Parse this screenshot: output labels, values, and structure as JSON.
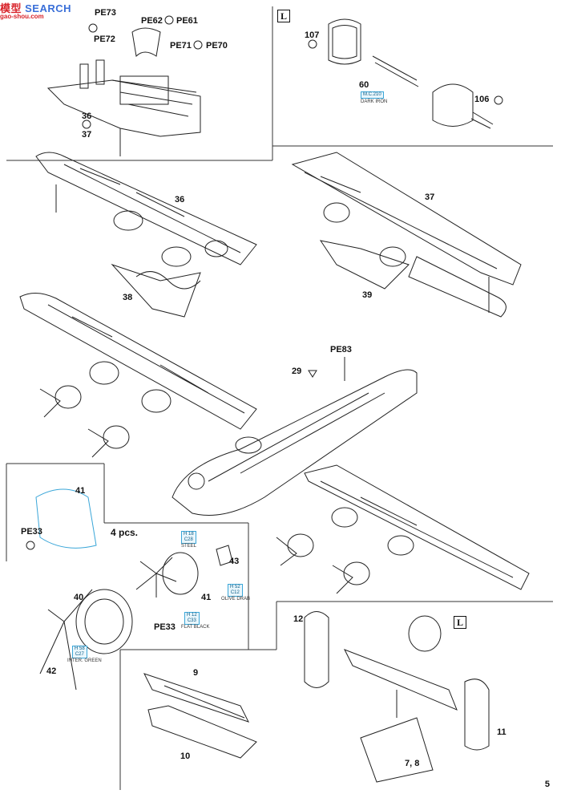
{
  "watermark": {
    "brand_a": "模型",
    "brand_b": "SEARCH",
    "url": "gao-shou.com"
  },
  "parts": {
    "pe73": "PE73",
    "pe72": "PE72",
    "pe62": "PE62",
    "pe61": "PE61",
    "pe71": "PE71",
    "pe70": "PE70",
    "p36a": "36",
    "p37a": "37",
    "p107": "107",
    "p60": "60",
    "p106": "106",
    "p36": "36",
    "p38": "38",
    "p37": "37",
    "p39": "39",
    "pe83": "PE83",
    "p29": "29",
    "p41a": "41",
    "pe33a": "PE33",
    "qty": "4 pcs.",
    "p43": "43",
    "p41": "41",
    "p40": "40",
    "pe33": "PE33",
    "p42": "42",
    "p12": "12",
    "p9": "9",
    "p10": "10",
    "p11": "11",
    "p78": "7, 8"
  },
  "l_marker": "L",
  "colors": {
    "c1": {
      "code": "M.C.210",
      "name": "DARK IRON"
    },
    "c2": {
      "code": "H 18\nC28",
      "name": "STEEL"
    },
    "c3": {
      "code": "H 52\nC12",
      "name": "OLIVE DRAB"
    },
    "c4": {
      "code": "H 12\nC33",
      "name": "FLAT BLACK"
    },
    "c5": {
      "code": "H 58\nC27",
      "name": "INTER. GREEN"
    }
  },
  "page_number": "5"
}
